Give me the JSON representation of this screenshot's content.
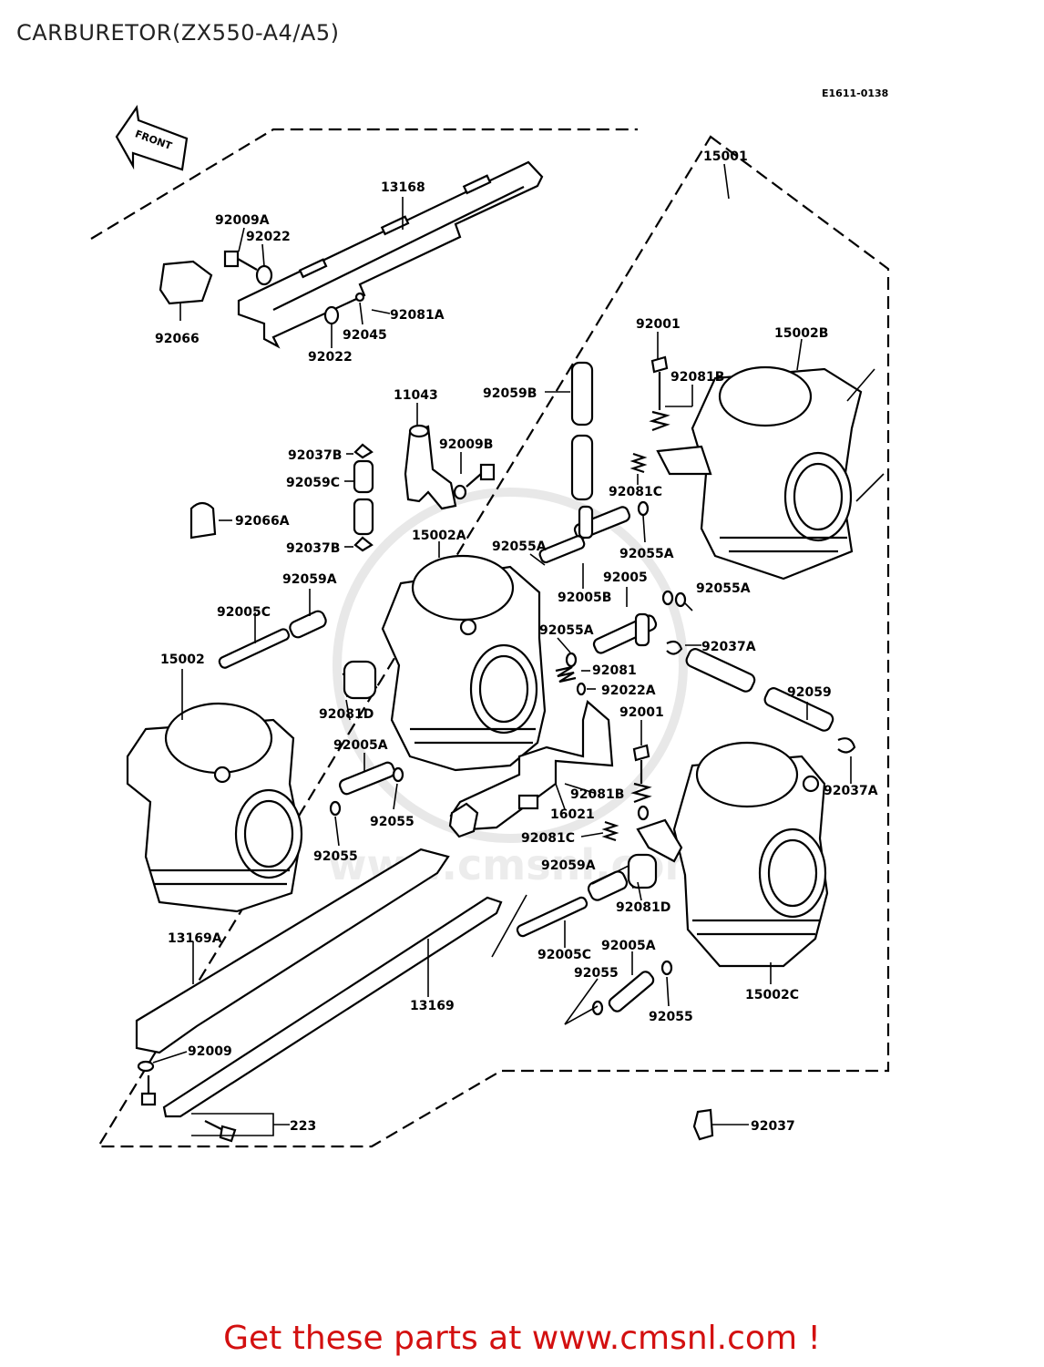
{
  "header": {
    "title": "CARBURETOR(ZX550-A4/A5)",
    "diagram_code": "E1611-0138"
  },
  "front_label": "FRONT",
  "watermark": "www.cmsnl.com",
  "parts": {
    "p15001": "15001",
    "p13168": "13168",
    "p92009A": "92009A",
    "p92022a": "92022",
    "p92066": "92066",
    "p92022b": "92022",
    "p92045": "92045",
    "p92081A": "92081A",
    "p92001a": "92001",
    "p15002B": "15002B",
    "p92081Ba": "92081B",
    "p11043": "11043",
    "p92059B": "92059B",
    "p92037Ba": "92037B",
    "p92059C": "92059C",
    "p92009B": "92009B",
    "p92081Ca": "92081C",
    "p92066A": "92066A",
    "p92037Bb": "92037B",
    "p15002A": "15002A",
    "p92055Aa": "92055A",
    "p92055Ab": "92055A",
    "p92059Aa": "92059A",
    "p92005": "92005",
    "p92005B": "92005B",
    "p92055Ac": "92055A",
    "p92005Ca": "92005C",
    "p92055Ad": "92055A",
    "p92037Aa": "92037A",
    "p15002": "15002",
    "p92081": "92081",
    "p92022A": "92022A",
    "p92081D1": "92081D",
    "p92001b": "92001",
    "p92059": "92059",
    "p92005Aa": "92005A",
    "p92037Ab": "92037A",
    "p92081Bb": "92081B",
    "p92055a": "92055",
    "p16021": "16021",
    "p92055b": "92055",
    "p92081Cb": "92081C",
    "p92059Ab": "92059A",
    "p92081D2": "92081D",
    "p13169A": "13169A",
    "p92005Cb": "92005C",
    "p92005Ab": "92005A",
    "p92055c": "92055",
    "p13169": "13169",
    "p15002C": "15002C",
    "p92055d": "92055",
    "p92009": "92009",
    "p223": "223",
    "p92037": "92037"
  },
  "footer": {
    "cta": "Get these parts at www.cmsnl.com !"
  }
}
